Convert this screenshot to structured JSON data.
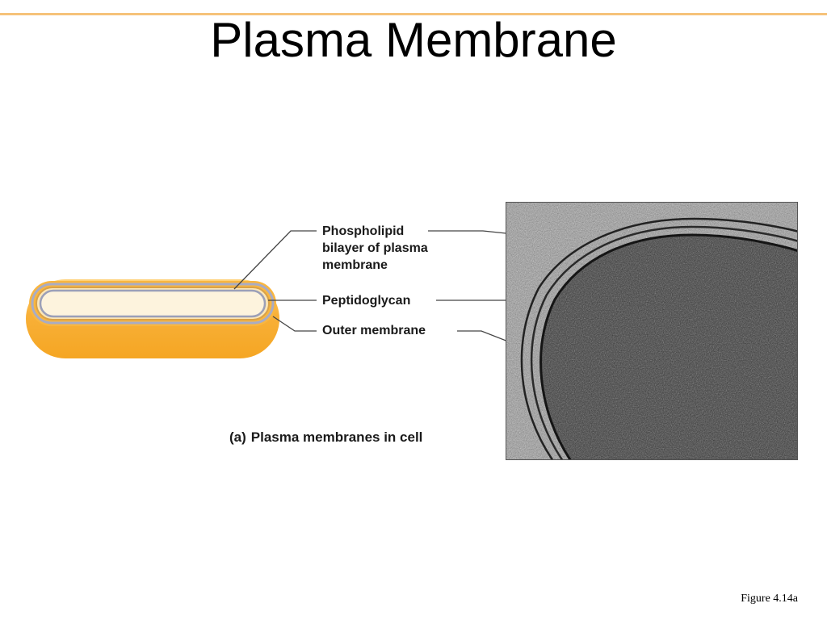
{
  "slide": {
    "title": "Plasma Membrane",
    "figure_ref": "Figure 4.14a"
  },
  "diagram": {
    "labels": {
      "phospholipid": [
        "Phospholipid",
        "bilayer of plasma",
        "membrane"
      ],
      "peptidoglycan": "Peptidoglycan",
      "outer_membrane": "Outer membrane"
    },
    "caption_letter": "(a)",
    "caption_text": "Plasma membranes in cell",
    "colors": {
      "cell_outer": "#f5a623",
      "cell_inner": "#fdf3dd",
      "membrane_line": "#9b9fb8",
      "leader_line": "#444444",
      "accent_rule": "#f6c27a"
    }
  }
}
